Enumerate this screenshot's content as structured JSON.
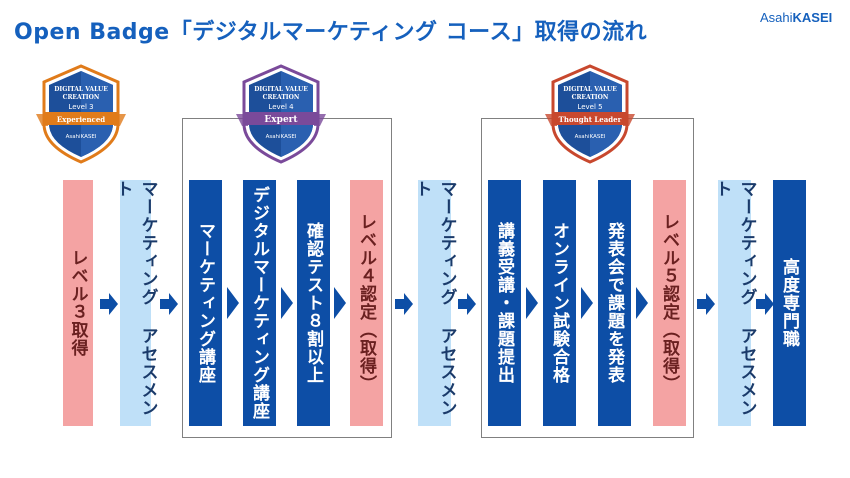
{
  "header": {
    "title": "Open Badge「デジタルマーケティング コース」取得の流れ",
    "logo_a": "Asahi",
    "logo_b": "KASEI"
  },
  "badges": [
    {
      "line1": "DIGITAL VALUE",
      "line2": "CREATION",
      "level": "Level 3",
      "rank": "Experienced",
      "brand": "AsahiKASEI",
      "color": "#e07b1a"
    },
    {
      "line1": "DIGITAL VALUE",
      "line2": "CREATION",
      "level": "Level 4",
      "rank": "Expert",
      "brand": "AsahiKASEI",
      "color": "#7a4a9a"
    },
    {
      "line1": "DIGITAL VALUE",
      "line2": "CREATION",
      "level": "Level 5",
      "rank": "Thought Leader",
      "brand": "AsahiKASEI",
      "color": "#c8482e"
    }
  ],
  "steps": [
    "レベル３取得",
    "マーケティング アセスメント",
    "マーケティング講座",
    "デジタルマーケティング講座",
    "確認テスト８割以上",
    "レベル４認定（取得）",
    "マーケティング アセスメント",
    "講義受講・課題提出",
    "オンライン試験合格",
    "発表会で課題を発表",
    "レベル５認定（取得）",
    "マーケティング アセスメント",
    "高度専門職"
  ],
  "colors": {
    "dark": "#0d4ea6",
    "light": "#bfe0f8",
    "pink": "#f4a3a3",
    "title": "#1560bd"
  }
}
